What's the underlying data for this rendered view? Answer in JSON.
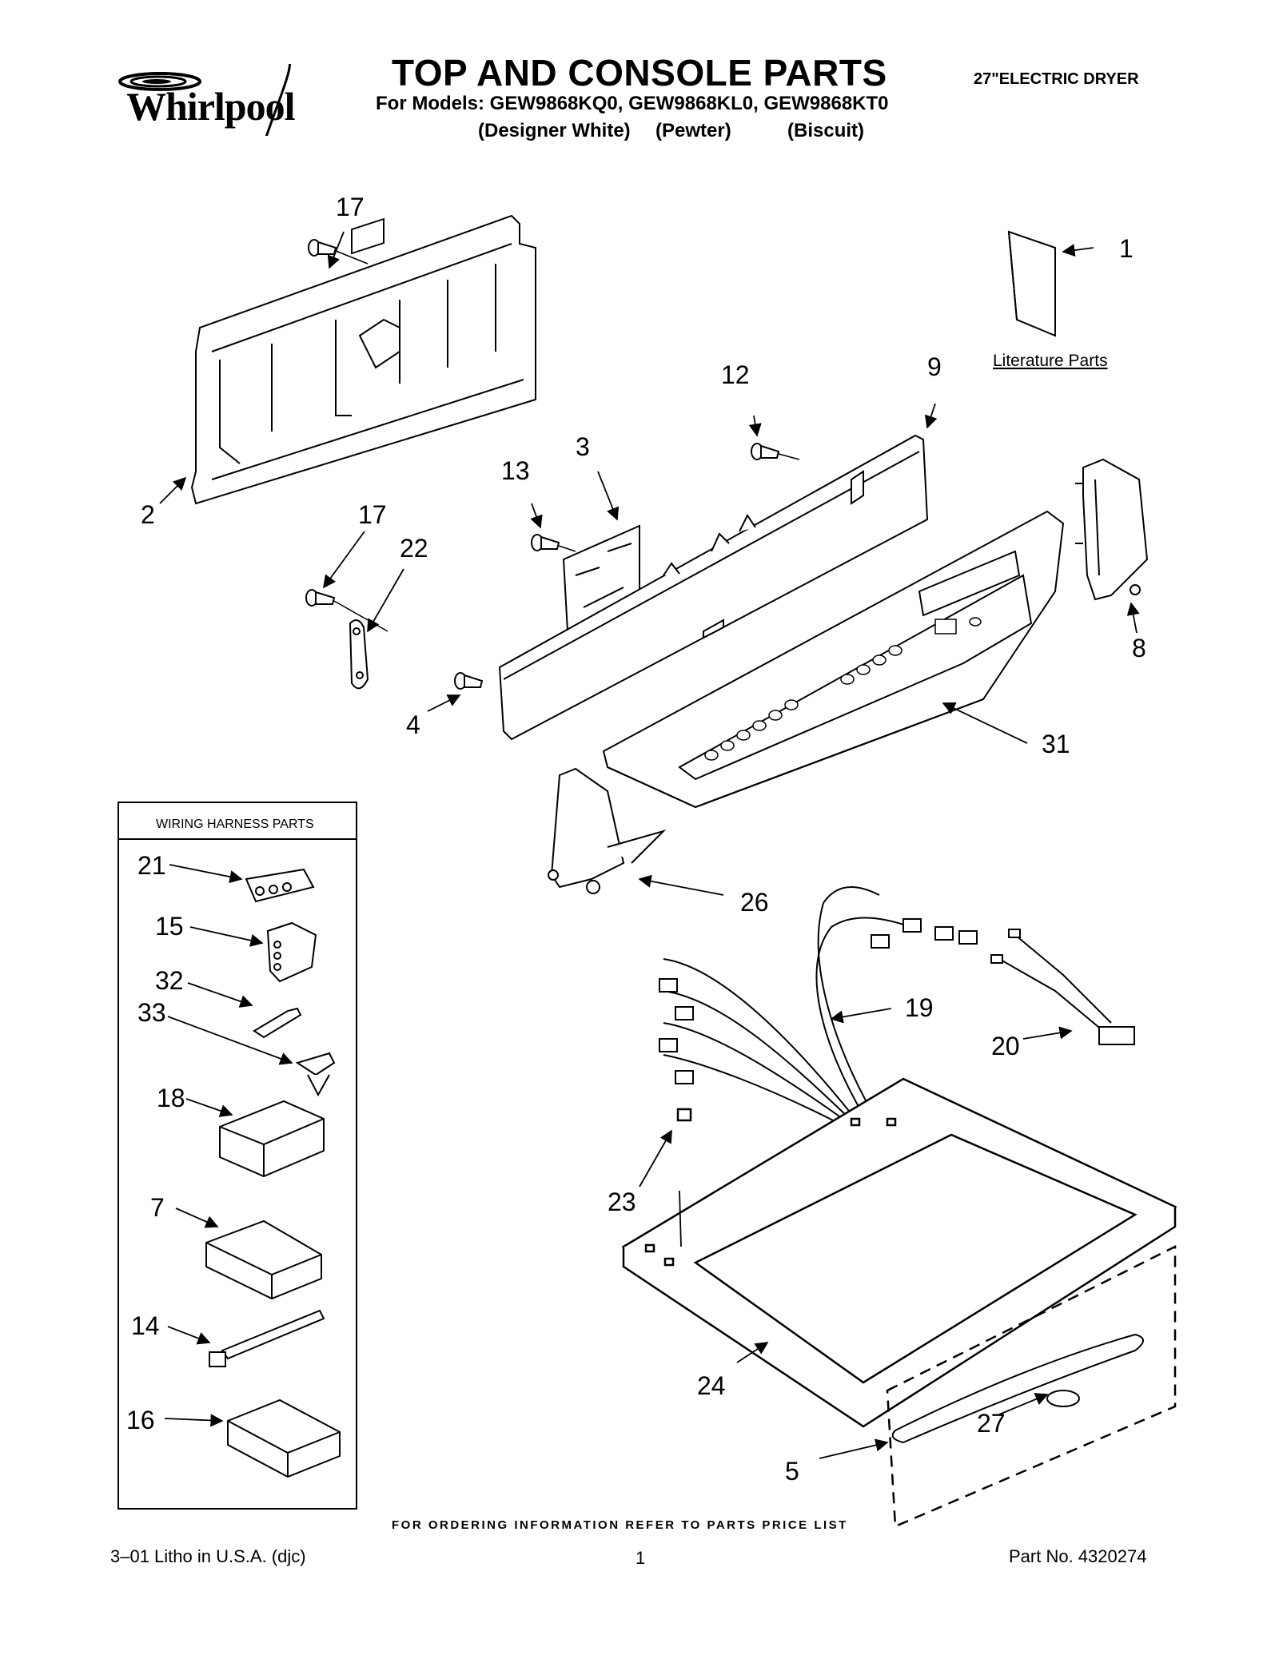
{
  "header": {
    "brand": "Whirlpool",
    "title": "TOP AND CONSOLE PARTS",
    "subtitle": "For Models: GEW9868KQ0, GEW9868KL0, GEW9868KT0",
    "color_variants": [
      "(Designer White)",
      "(Pewter)",
      "(Biscuit)"
    ],
    "product_type": "27\"ELECTRIC DRYER"
  },
  "diagram": {
    "literature_label": "Literature Parts",
    "callouts": [
      "1",
      "2",
      "3",
      "4",
      "5",
      "7",
      "8",
      "9",
      "12",
      "13",
      "14",
      "15",
      "16",
      "17",
      "17",
      "18",
      "19",
      "20",
      "21",
      "22",
      "23",
      "24",
      "26",
      "27",
      "31",
      "32",
      "33"
    ]
  },
  "wiring_box": {
    "title": "WIRING HARNESS PARTS"
  },
  "footer": {
    "ordering_note": "FOR ORDERING INFORMATION REFER TO PARTS PRICE LIST",
    "litho": "3–01 Litho in U.S.A. (djc)",
    "page_number": "1",
    "part_number": "Part No. 4320274"
  }
}
